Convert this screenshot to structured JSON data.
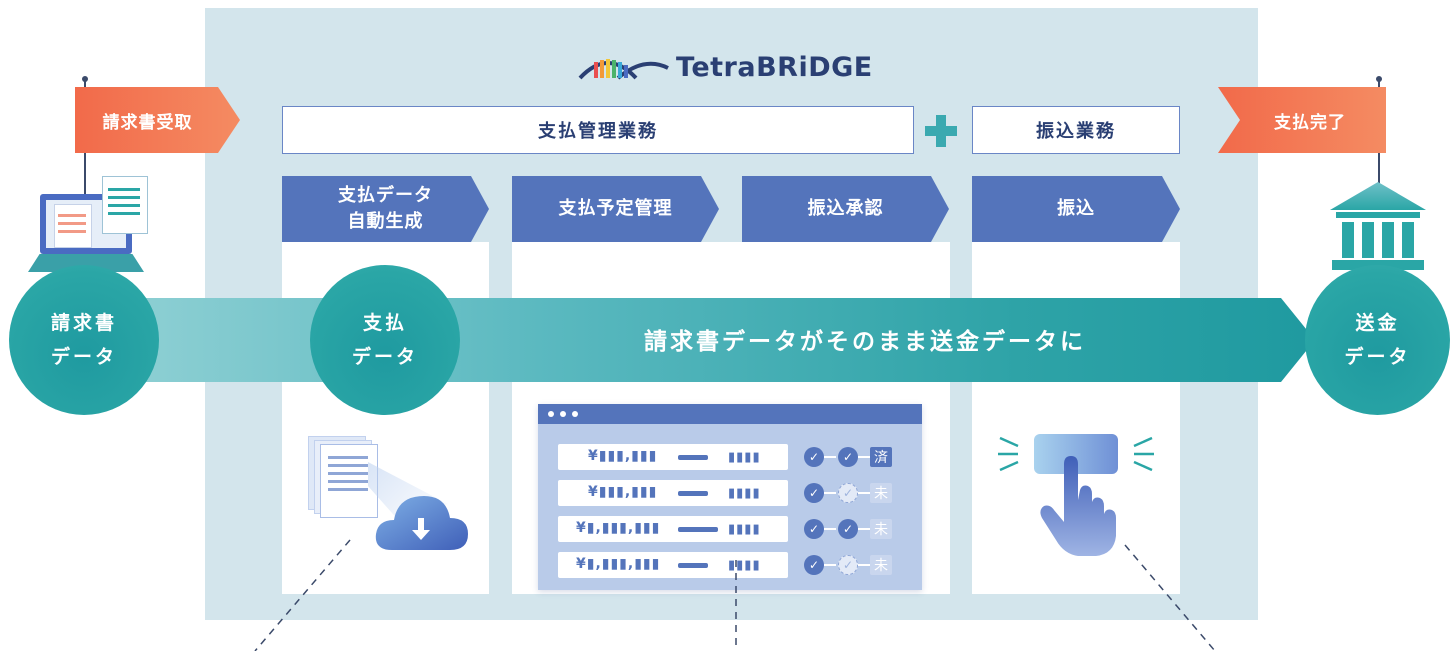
{
  "logo": {
    "text": "TetraBRiDGE"
  },
  "header": {
    "payment_mgmt": "支払管理業務",
    "transfer_work": "振込業務"
  },
  "flags": {
    "receive": "請求書受取",
    "complete": "支払完了"
  },
  "steps": [
    {
      "label": "支払データ\n自動生成"
    },
    {
      "label": "支払予定管理"
    },
    {
      "label": "振込承認"
    },
    {
      "label": "振込"
    }
  ],
  "circles": {
    "invoice": "請求書\nデータ",
    "payment": "支払\nデータ",
    "remit": "送金\nデータ"
  },
  "band_text": "請求書データがそのまま送金データに",
  "table": {
    "rows": [
      {
        "amount": "¥▮▮▮,▮▮▮",
        "code": "▮▮▮▮",
        "status": "済"
      },
      {
        "amount": "¥▮▮▮,▮▮▮",
        "code": "▮▮▮▮",
        "status": "未"
      },
      {
        "amount": "¥▮,▮▮▮,▮▮▮",
        "code": "▮▮▮▮",
        "status": "未"
      },
      {
        "amount": "¥▮,▮▮▮,▮▮▮",
        "code": "▮▮▮▮",
        "status": "未"
      }
    ]
  },
  "colors": {
    "accent": "#5474bb",
    "teal": "#2aa6a6",
    "orange": "#f26a4a",
    "panel": "#d3e5ec",
    "plus": "#3aa9b0"
  }
}
